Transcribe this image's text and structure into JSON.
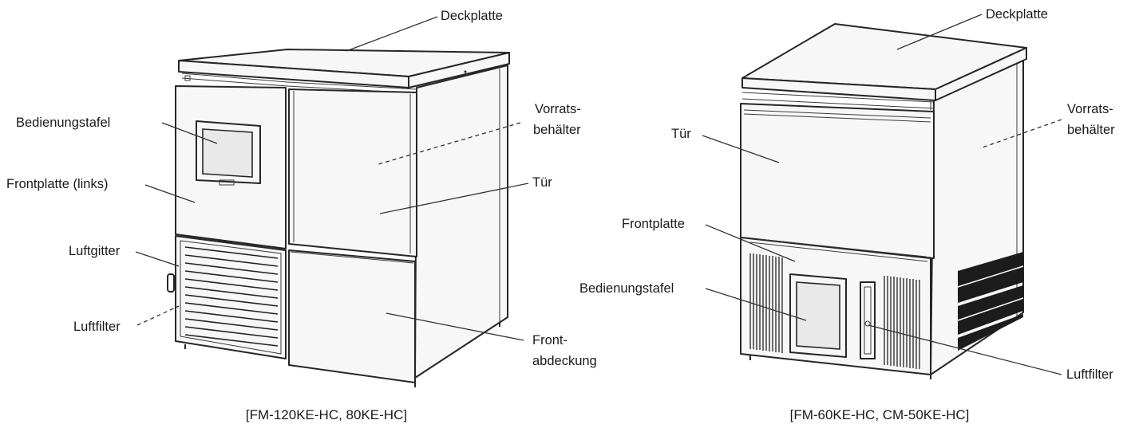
{
  "figures": [
    {
      "caption": "[FM-120KE-HC, 80KE-HC]",
      "labels": {
        "deckplatte": "Deckplatte",
        "bedienungstafel": "Bedienungstafel",
        "frontplatte_links": "Frontplatte (links)",
        "luftgitter": "Luftgitter",
        "luftfilter": "Luftfilter",
        "vorrats_1": "Vorrats-",
        "vorrats_2": "behälter",
        "tuer": "Tür",
        "front_1": "Front-",
        "front_2": "abdeckung"
      }
    },
    {
      "caption": "[FM-60KE-HC, CM-50KE-HC]",
      "labels": {
        "deckplatte": "Deckplatte",
        "tuer": "Tür",
        "frontplatte": "Frontplatte",
        "bedienungstafel": "Bedienungstafel",
        "vorrats_1": "Vorrats-",
        "vorrats_2": "behälter",
        "luftfilter": "Luftfilter"
      }
    }
  ]
}
